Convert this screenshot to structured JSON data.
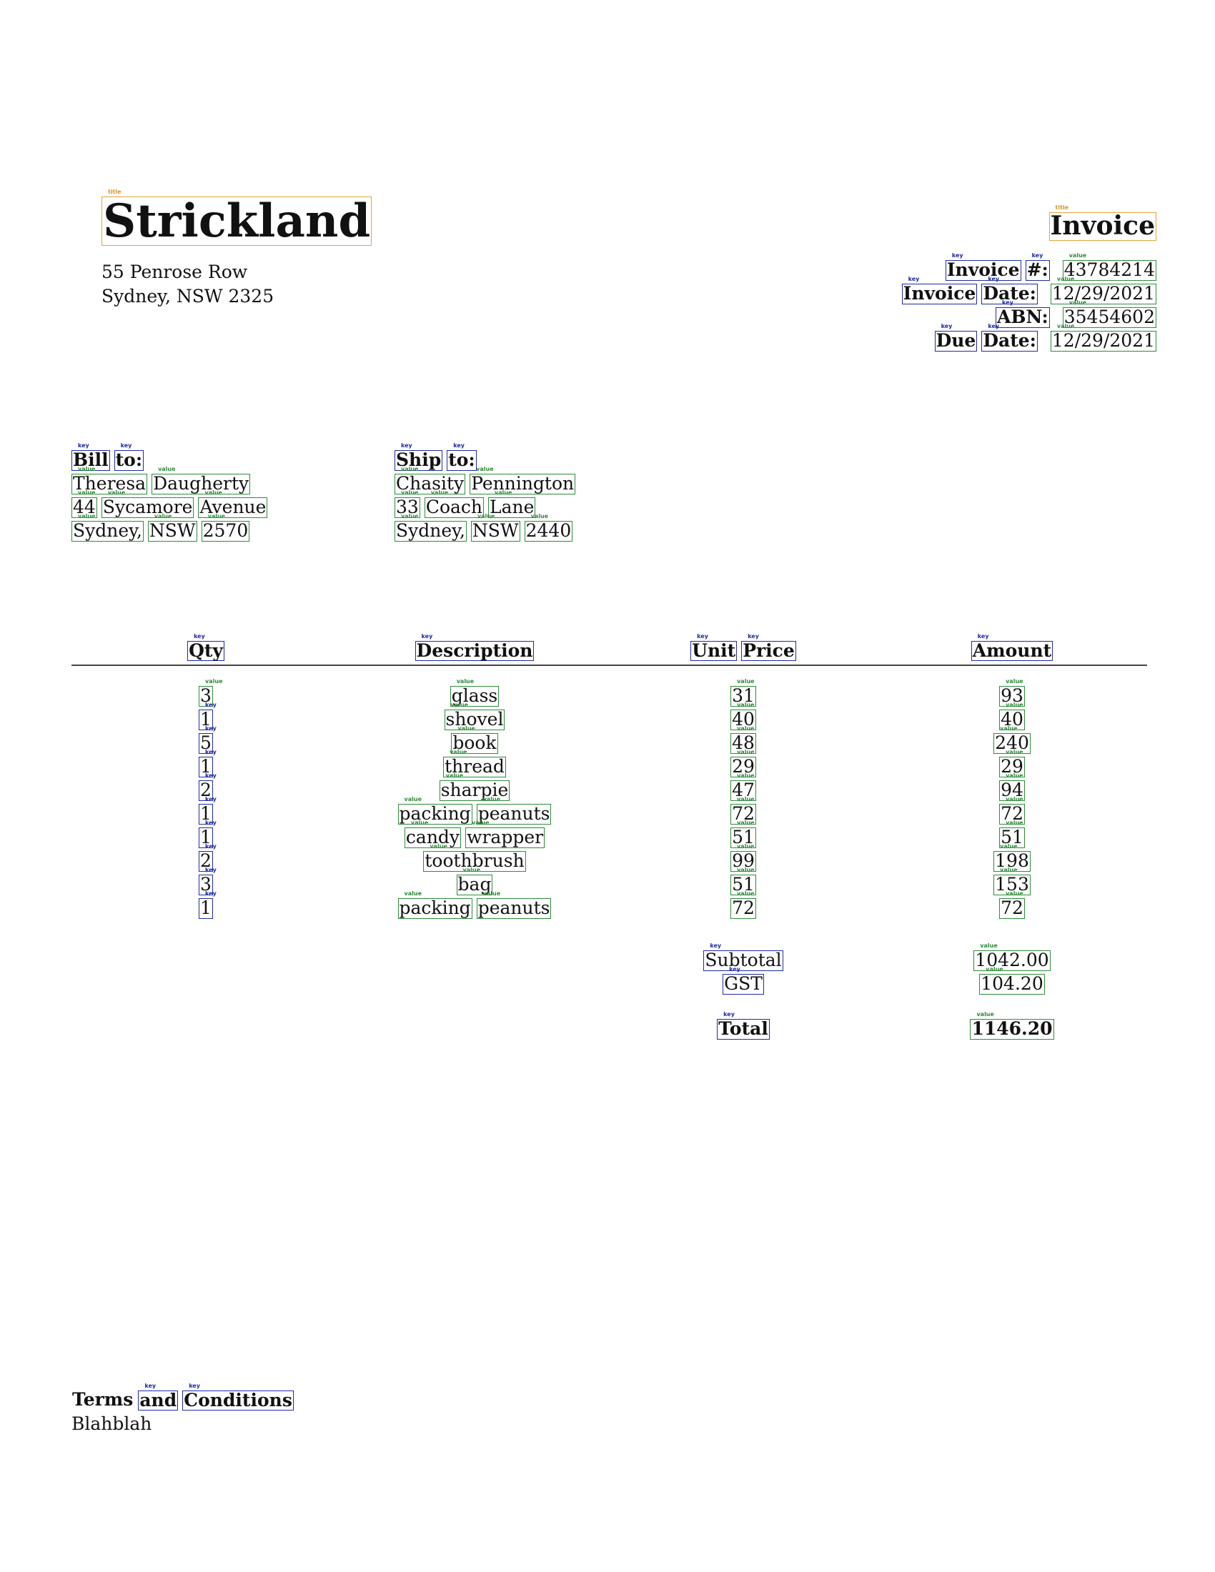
{
  "company": {
    "name": "Strickland",
    "address_line1": "55 Penrose Row",
    "address_line2": "Sydney, NSW 2325"
  },
  "invoice_title": "Invoice",
  "meta": [
    {
      "key_words": [
        "Invoice",
        "#:"
      ],
      "value": "43784214"
    },
    {
      "key_words": [
        "Invoice",
        "Date:"
      ],
      "value": "12/29/2021"
    },
    {
      "key_words": [
        "ABN:"
      ],
      "value": "35454602"
    },
    {
      "key_words": [
        "Due",
        "Date:"
      ],
      "value": "12/29/2021"
    }
  ],
  "bill_to": {
    "head": [
      "Bill",
      "to:"
    ],
    "lines": [
      [
        "Theresa",
        "Daugherty"
      ],
      [
        "44",
        "Sycamore",
        "Avenue"
      ],
      [
        "Sydney,",
        "NSW",
        "2570"
      ]
    ]
  },
  "ship_to": {
    "head": [
      "Ship",
      "to:"
    ],
    "lines": [
      [
        "Chasity",
        "Pennington"
      ],
      [
        "33",
        "Coach",
        "Lane"
      ],
      [
        "Sydney,",
        "NSW",
        "2440"
      ]
    ]
  },
  "table": {
    "headers": {
      "qty": [
        "Qty"
      ],
      "description": [
        "Description"
      ],
      "unit_price": [
        "Unit",
        "Price"
      ],
      "amount": [
        "Amount"
      ]
    },
    "rows": [
      {
        "qty": "3",
        "description": [
          "glass"
        ],
        "unit_price": "31",
        "amount": "93"
      },
      {
        "qty": "1",
        "description": [
          "shovel"
        ],
        "unit_price": "40",
        "amount": "40"
      },
      {
        "qty": "5",
        "description": [
          "book"
        ],
        "unit_price": "48",
        "amount": "240"
      },
      {
        "qty": "1",
        "description": [
          "thread"
        ],
        "unit_price": "29",
        "amount": "29"
      },
      {
        "qty": "2",
        "description": [
          "sharpie"
        ],
        "unit_price": "47",
        "amount": "94"
      },
      {
        "qty": "1",
        "description": [
          "packing",
          "peanuts"
        ],
        "unit_price": "72",
        "amount": "72"
      },
      {
        "qty": "1",
        "description": [
          "candy",
          "wrapper"
        ],
        "unit_price": "51",
        "amount": "51"
      },
      {
        "qty": "2",
        "description": [
          "toothbrush"
        ],
        "unit_price": "99",
        "amount": "198"
      },
      {
        "qty": "3",
        "description": [
          "bag"
        ],
        "unit_price": "51",
        "amount": "153"
      },
      {
        "qty": "1",
        "description": [
          "packing",
          "peanuts"
        ],
        "unit_price": "72",
        "amount": "72"
      }
    ]
  },
  "totals": {
    "subtotal_label": "Subtotal",
    "subtotal_value": "1042.00",
    "gst_label": "GST",
    "gst_value": "104.20",
    "total_label": "Total",
    "total_value": "1146.20"
  },
  "terms": {
    "head": [
      "Terms",
      "and",
      "Conditions"
    ],
    "body": "Blahblah"
  },
  "colors": {
    "title_box": "#e2a33a",
    "key_box": "#1f2aa6",
    "value_box": "#2e8b3a"
  }
}
